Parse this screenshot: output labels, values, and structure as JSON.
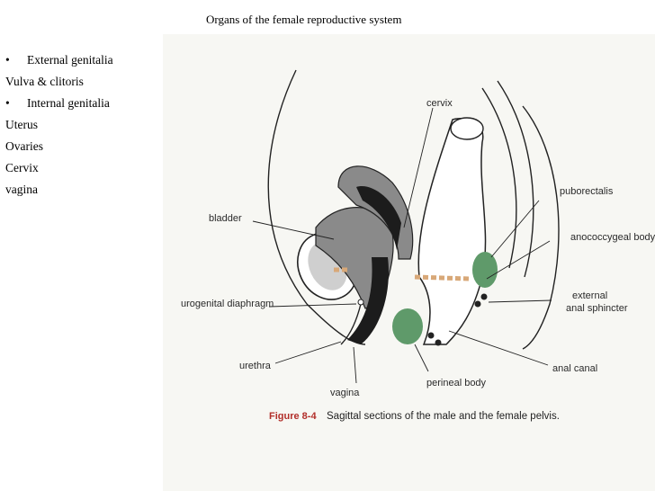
{
  "slide": {
    "title": "Organs of the female reproductive system"
  },
  "notes": [
    {
      "bullet": "•",
      "text": "External genitalia"
    },
    {
      "bullet": "",
      "text": "Vulva & clitoris"
    },
    {
      "bullet": "•",
      "text": "Internal genitalia"
    },
    {
      "bullet": "",
      "text": "Uterus"
    },
    {
      "bullet": "",
      "text": "Ovaries"
    },
    {
      "bullet": "",
      "text": "Cervix"
    },
    {
      "bullet": "",
      "text": "vagina"
    }
  ],
  "figure": {
    "labels": {
      "cervix": "cervix",
      "puborectalis": "puborectalis",
      "bladder": "bladder",
      "anococcygeal_body": "anococcygeal body",
      "urogenital_diaphragm": "urogenital diaphragm",
      "external_anal_sphincter_1": "external",
      "external_anal_sphincter_2": "anal sphincter",
      "urethra": "urethra",
      "anal_canal": "anal canal",
      "perineal_body": "perineal body",
      "vagina": "vagina"
    },
    "caption": {
      "number": "Figure 8-4",
      "text": "Sagittal sections of the male and the female pelvis."
    },
    "colors": {
      "tissue_dark": "#1c1c1c",
      "tissue_grey": "#8a8a8a",
      "muscle_green": "#5f9a6a",
      "peritoneum_tan": "#d8a878",
      "caption_red": "#b22f2a"
    }
  }
}
